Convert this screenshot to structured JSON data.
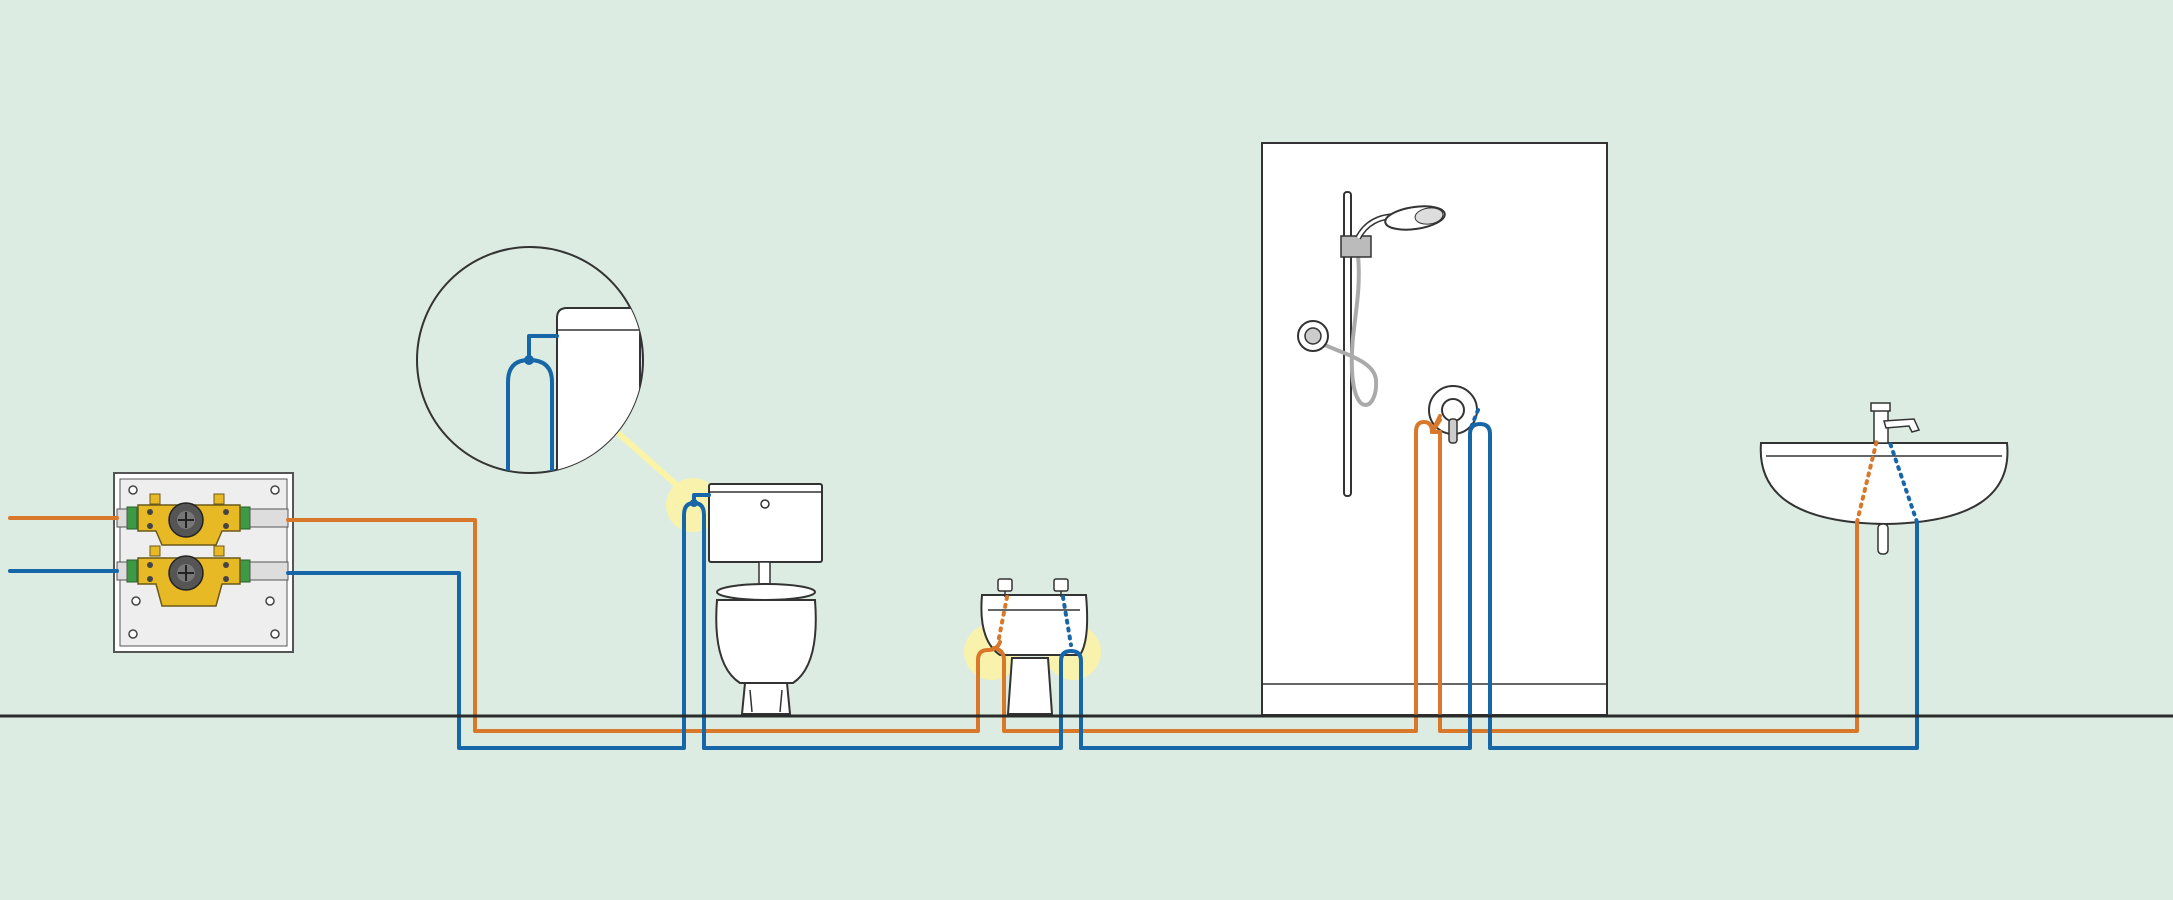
{
  "colors": {
    "background": "#dcece2",
    "floor_line": "#2b2b2b",
    "hot_pipe": "#d9772a",
    "cold_pipe": "#1767a8",
    "connection_highlight": "#fbf3a6",
    "manifold_brass": "#e7b925",
    "fitting_green": "#3c9a45",
    "fixture_fill": "#ffffff",
    "fixture_outline": "#333333",
    "shower_hose": "#aaaaaa"
  },
  "fixtures": [
    {
      "id": "distribution-box",
      "icon": "manifold-box-icon"
    },
    {
      "id": "toilet",
      "icon": "toilet-icon"
    },
    {
      "id": "bidet",
      "icon": "bidet-icon"
    },
    {
      "id": "shower",
      "icon": "shower-icon"
    },
    {
      "id": "washbasin",
      "icon": "washbasin-icon"
    }
  ],
  "detail_callout": {
    "icon": "magnifier-detail-icon",
    "subject": "toilet-cistern-connection"
  }
}
